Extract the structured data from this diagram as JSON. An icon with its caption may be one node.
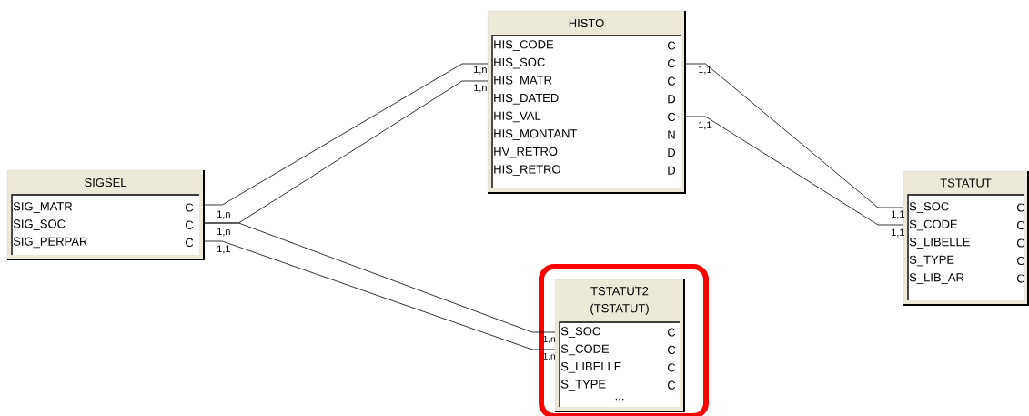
{
  "diagram": {
    "nodes": [
      {
        "text": [
          "HISTO",
          "HIS_CODE",
          "C",
          "HIS_SOC",
          "C",
          "HIS_MATR",
          "C",
          "HIS_DATED",
          "D",
          "HIS_VAL",
          "C",
          "HIS_MONTANT",
          "N",
          "HV_RETRO",
          "D",
          "HIS_RETRO",
          "D"
        ]
      },
      {
        "text": [
          "SIGSEL",
          "SIG_MATR",
          "C",
          "SIG_SOC",
          "C",
          "SIG_PERPAR",
          "C"
        ]
      },
      {
        "text": [
          "TSTATUT",
          "S_SOC",
          "C",
          "S_CODE",
          "C",
          "S_LIBELLE",
          "C",
          "S_TYPE",
          "C",
          "S_LIB_AR",
          "C"
        ]
      },
      {
        "text": [],
        "shape": "box"
      },
      {
        "text": [
          "TSTATUT2 (TSTATUT)",
          "S_SOC",
          "C",
          "S_CODE",
          "C",
          "S_LIBELLE",
          "C",
          "S_TYPE",
          "C",
          "..."
        ],
        "in": 3
      }
    ],
    "edges": [
      {
        "from": 1,
        "to": 0,
        "arrow": "none"
      },
      {
        "from": 1,
        "to": 0,
        "arrow": "none"
      },
      {
        "from": 1,
        "to": 4,
        "arrow": "none"
      },
      {
        "from": 1,
        "to": 4,
        "arrow": "none"
      },
      {
        "from": 0,
        "to": 2,
        "arrow": "none"
      },
      {
        "from": 0,
        "to": 2,
        "arrow": "none"
      }
    ],
    "labels": [
      "1,n",
      "1,1",
      "1,n",
      "1,1",
      "1,n",
      "1,1",
      "1,n",
      "1,1",
      "1,1",
      "1,n",
      "1,n"
    ]
  }
}
